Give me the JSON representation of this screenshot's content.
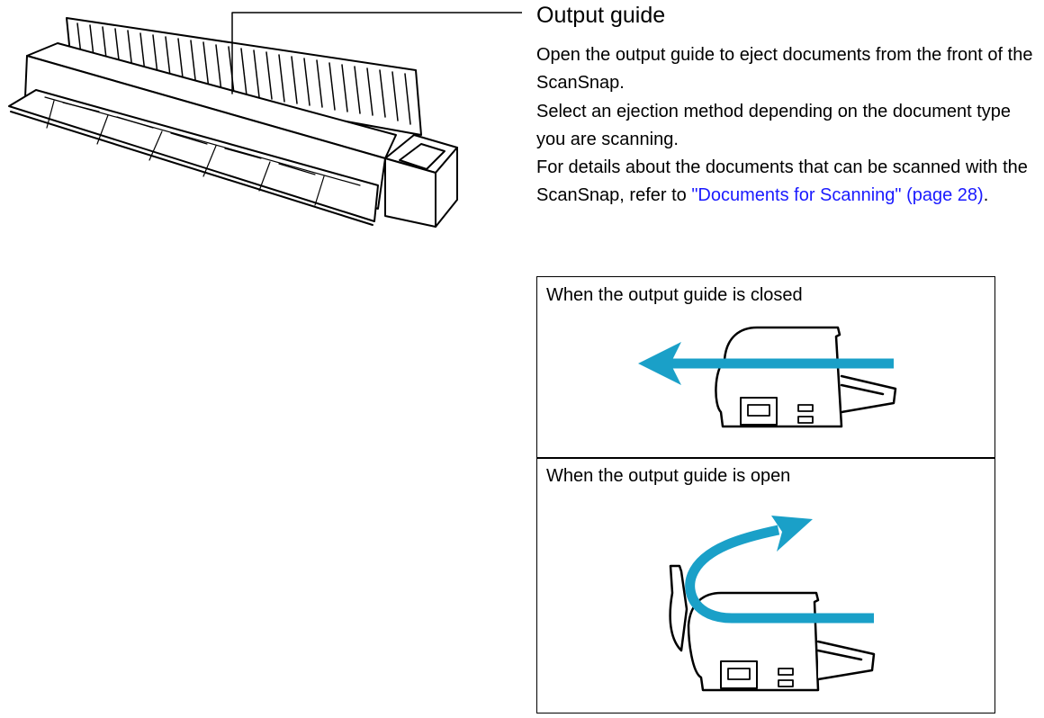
{
  "section": {
    "heading": "Output guide",
    "description": [
      "Open the output guide to eject documents from the front of the ScanSnap.",
      "Select an ejection method depending on the document type you are scanning."
    ],
    "reference_prefix": "For details about the documents that can be scanned with the ScanSnap, refer to ",
    "reference_link": "\"Documents for Scanning\" (page 28)",
    "reference_suffix": "."
  },
  "panels": [
    {
      "label": "When the output guide is closed"
    },
    {
      "label": "When the output guide is open"
    }
  ],
  "colors": {
    "arrow": "#1aa0c8",
    "link": "#1a1aff",
    "stroke": "#000000"
  }
}
